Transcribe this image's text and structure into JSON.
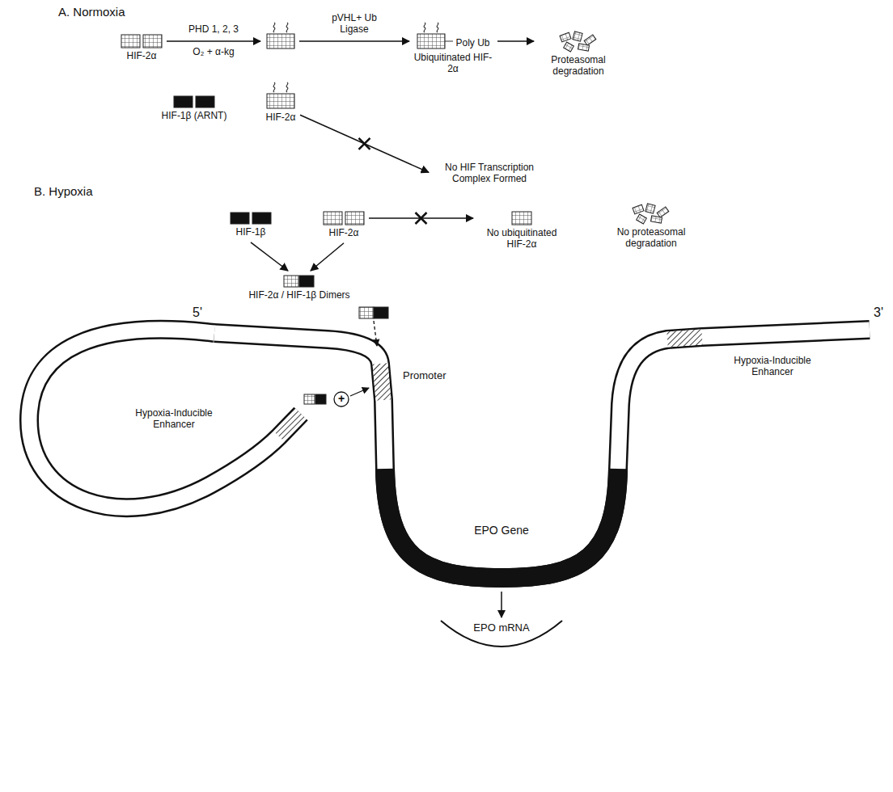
{
  "diagram": {
    "nodes": [
      {
        "text": [
          "HIF-2α"
        ]
      },
      {
        "text": [
          "Poly Ub",
          "Ubiquitinated HIF-2α"
        ]
      },
      {
        "text": [
          "Proteasomal degradation"
        ]
      },
      {
        "text": [
          "HIF-1β (ARNT)"
        ]
      },
      {
        "text": [
          "HIF-2α"
        ]
      },
      {
        "text": [
          "No HIF Transcription Complex Formed"
        ]
      },
      {
        "text": [
          "HIF-1β"
        ]
      },
      {
        "text": [
          "HIF-2α"
        ]
      },
      {
        "text": [
          "No ubiquitinated HIF-2α"
        ]
      },
      {
        "text": [
          "No proteasomal degradation"
        ]
      },
      {
        "text": [
          "HIF-2α / HIF-1β Dimers"
        ]
      }
    ],
    "edges": [
      {
        "from": 1,
        "to": 2,
        "arrow": "to"
      },
      {
        "from": 4,
        "to": 5,
        "arrow": "to"
      },
      {
        "from": 7,
        "to": 8,
        "arrow": "to"
      },
      {
        "from": 6,
        "to": 10,
        "arrow": "to"
      },
      {
        "from": 7,
        "to": 10,
        "arrow": "to"
      }
    ],
    "labels": [
      "A. Normoxia",
      "PHD 1, 2, 3",
      "O₂ + α-kg",
      "pVHL+ Ub Ligase",
      "B. Hypoxia",
      "5'",
      "3'",
      "Promoter",
      "Hypoxia-Inducible Enhancer",
      "Hypoxia-Inducible Enhancer",
      "EPO Gene",
      "EPO mRNA",
      "+"
    ]
  }
}
